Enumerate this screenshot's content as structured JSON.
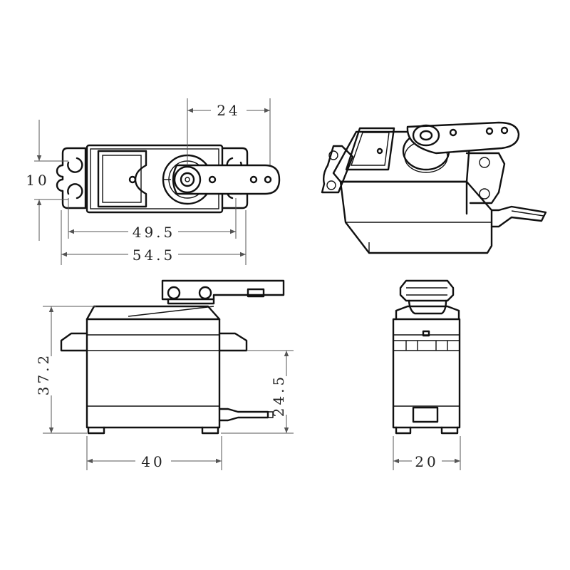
{
  "dimensions": {
    "top_arm_span": "24",
    "top_hole_pitch": "10",
    "top_inner_length": "49.5",
    "top_overall_length": "54.5",
    "side_height": "37.2",
    "side_flange_height": "24.5",
    "side_width": "40",
    "end_depth": "20"
  },
  "colors": {
    "line": "#111111",
    "dimension_line": "#555555",
    "background": "#ffffff"
  }
}
